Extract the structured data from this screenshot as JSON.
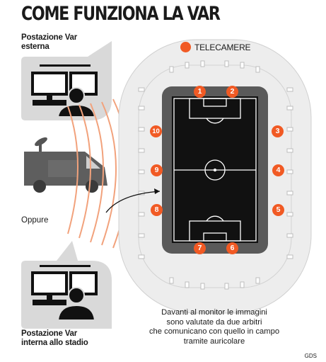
{
  "title": "COME FUNZIONA LA VAR",
  "external_station_label": "Postazione Var\nesterna",
  "or_label": "Oppure",
  "internal_station_label": "Postazione Var\ninterna allo stadio",
  "legend_label": "TELECAMERE",
  "caption": "Davanti al monitor le immagini\nsono valutate da due arbitri\nche comunicano con quello in campo\ntramite auricolare",
  "credit": "GDS",
  "camera_numbers": [
    "1",
    "2",
    "3",
    "4",
    "5",
    "6",
    "7",
    "8",
    "9",
    "10"
  ],
  "colors": {
    "accent": "#f15a24",
    "panel": "#d9d9d9",
    "stadium": "#ededed",
    "pitch": "#111111"
  }
}
